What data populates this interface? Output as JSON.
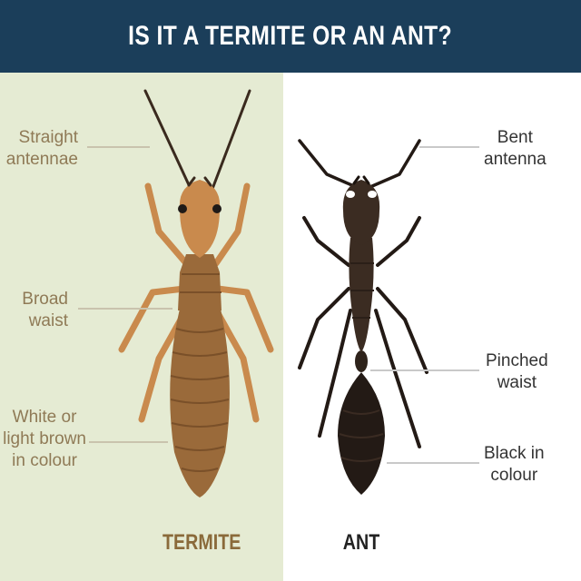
{
  "title": "IS IT A TERMITE OR AN ANT?",
  "termite": {
    "name": "TERMITE",
    "callouts": [
      {
        "line1": "Straight",
        "line2": "antennae"
      },
      {
        "line1": "Broad",
        "line2": "waist"
      },
      {
        "line1": "White or",
        "line2": "light brown",
        "line3": "in colour"
      }
    ]
  },
  "ant": {
    "name": "ANT",
    "callouts": [
      {
        "line1": "Bent",
        "line2": "antenna"
      },
      {
        "line1": "Pinched",
        "line2": "waist"
      },
      {
        "line1": "Black in",
        "line2": "colour"
      }
    ]
  },
  "colors": {
    "header": "#1b3e5a",
    "termite_panel": "#e5ebd3",
    "termite_body": "#9a6a3a",
    "termite_head": "#c98a4d",
    "ant_body": "#3b2c22",
    "ant_gaster": "#231a15",
    "termite_label": "#8a6a3a",
    "ant_label": "#222222"
  }
}
